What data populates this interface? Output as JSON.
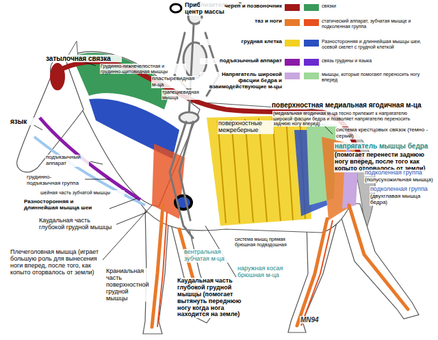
{
  "diagram": {
    "labels": [
      "затылочная связка",
      "Грудинно-нижнечелюстная и грудинно-щитовидная мышцы",
      "пластыревидная м-ца",
      "трапециевидная мышца",
      "язык",
      "поверхностная медиальная ягодичная м-ца",
      "(медиальная ягодичная м-ца тесно прилежит к напрягателю широкой фасции бедра и позволяет напрягателю переносить заднюю ногу вперед)",
      "поверхностные межреберные",
      "система крестцовых связок (темно - серый)",
      "напрягатель мышцы бедра",
      "(помогает перенести заднюю ногу вперед, после того как копыто оторвалось от земли)",
      "подколенная группа",
      "(полусухожильная мышца)",
      "подколенная группа",
      "(двухглавая мышца бедра)",
      "подъязычный аппарат",
      "грудинно-подъязычная группа",
      "шейная часть зубчатой мышцы",
      "Разносторонняя и длиннейшая мышца шеи",
      "Каудальная часть глубокой грудной мышцы",
      "Плечеголовная мышца (играет большую роль для вынесения ноги вперед, после того, как копыто оторвалось от земли)",
      "Краниальная часть поверхностной грудной мышцы",
      "вентральная зубчатая м-ца",
      "система мышц прямая брюшная подвздошная",
      "наружная косая брюшная м-ца",
      "Каудальная часть глубокой грудной мышцы (помогает вытянуть переднюю ногу когда нога находится на земле)",
      "MN94"
    ],
    "legend": [
      {
        "text": "Приблизительный центр массы"
      },
      {
        "text": "череп и позвоночник",
        "color": "#a01818"
      },
      {
        "text": "связки",
        "color": "#3a9a5a"
      },
      {
        "text": "таз и ноги",
        "color": "#e8792a"
      },
      {
        "text": "статический аппарат, зубчатая мышце и подколенная группа",
        "color": "#e8501e"
      },
      {
        "text": "грудная клетка",
        "color": "#f2d024"
      },
      {
        "text": "Разносторонняя и длиннейшая мышцы шеи, осевой скелет с грудной клеткой",
        "color": "#2a4fc0"
      },
      {
        "text": "подъязычный аппарат",
        "color": "#8a1aa8"
      },
      {
        "text": "связь грудины и языка",
        "color": "#6a2ad0"
      },
      {
        "text": "Напрягатель широкой фасции бедра и взаимодействующие м-цы",
        "color": "#c9a7e0"
      },
      {
        "text": "мышцы, которые помогают переносить ногу вперед",
        "color": "#9fd89a"
      }
    ]
  }
}
